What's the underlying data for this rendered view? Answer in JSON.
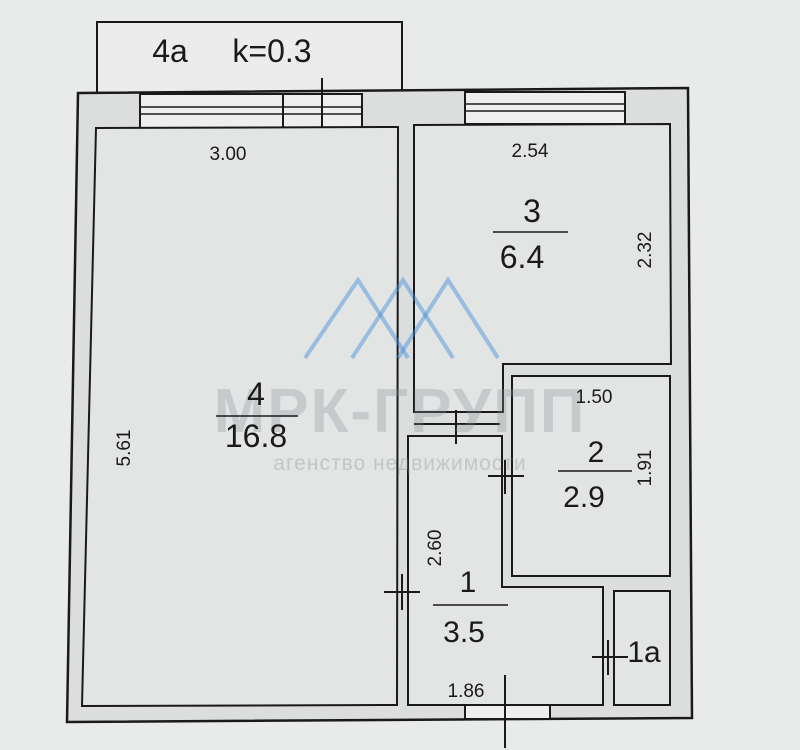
{
  "plan": {
    "balcony": {
      "label": "4а",
      "coefficient": "k=0.3"
    },
    "rooms": [
      {
        "id": "4",
        "number": "4",
        "area": "16.8",
        "width": "3.00",
        "length": "5.61"
      },
      {
        "id": "3",
        "number": "3",
        "area": "6.4",
        "width": "2.54",
        "length": "2.32"
      },
      {
        "id": "2",
        "number": "2",
        "area": "2.9",
        "width": "1.50",
        "length": "1.91"
      },
      {
        "id": "1",
        "number": "1",
        "area": "3.5",
        "width": "1.86",
        "length": "2.60"
      },
      {
        "id": "1a",
        "number": "1а"
      }
    ],
    "watermark": {
      "title": "МРК-ГРУПП",
      "subtitle": "агенство недвижимости"
    },
    "colors": {
      "wall": "#1a1a1a",
      "room_fill": "#e3e4e4",
      "paper": "#e9eaea",
      "watermark": "#3d8fd8"
    }
  }
}
